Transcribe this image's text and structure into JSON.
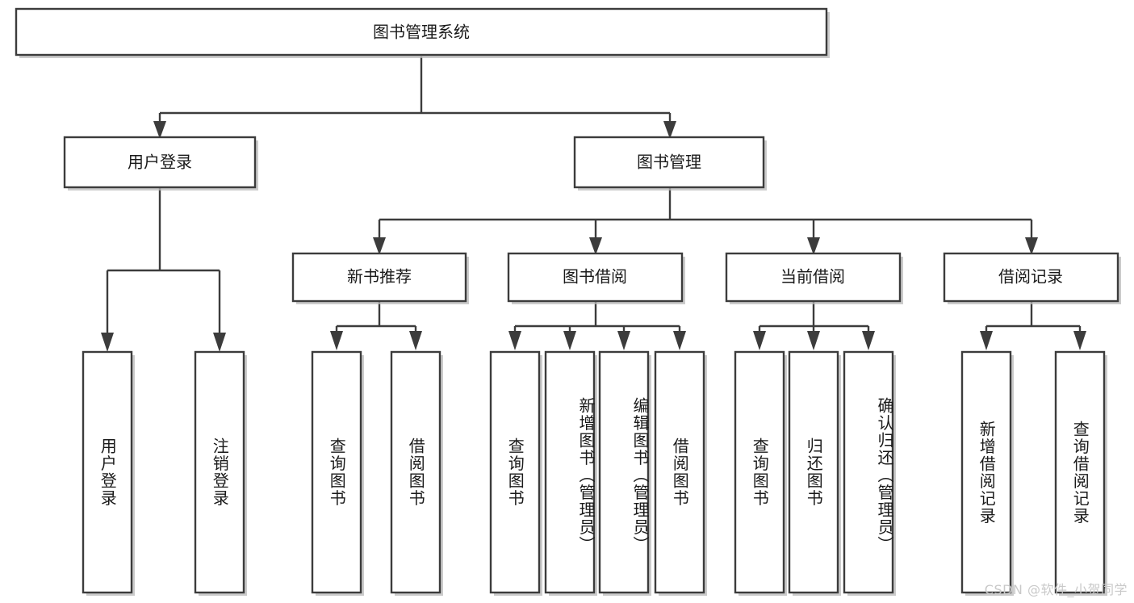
{
  "diagram": {
    "type": "tree",
    "title": "图书管理系统",
    "orientation": "top-down",
    "style": {
      "box_fill": "#ffffff",
      "box_stroke": "#3c3c3c",
      "connector_color": "#3c3c3c",
      "text_color": "#1a1a1a",
      "shadow_color": "#b9b9b9",
      "background": "#ffffff"
    },
    "root": {
      "label": "图书管理系统"
    },
    "level2": [
      {
        "label": "用户登录"
      },
      {
        "label": "图书管理"
      }
    ],
    "level3": [
      {
        "label": "新书推荐"
      },
      {
        "label": "图书借阅"
      },
      {
        "label": "当前借阅"
      },
      {
        "label": "借阅记录"
      }
    ],
    "leaves": {
      "user_login": [
        {
          "label": "用户登录"
        },
        {
          "label": "注销登录"
        }
      ],
      "new_book_recommend": [
        {
          "label": "查询图书"
        },
        {
          "label": "借阅图书"
        }
      ],
      "book_borrow": [
        {
          "label": "查询图书"
        },
        {
          "label": "新增图书（管理员）"
        },
        {
          "label": "编辑图书（管理员）"
        },
        {
          "label": "借阅图书"
        }
      ],
      "current_borrow": [
        {
          "label": "查询图书"
        },
        {
          "label": "归还图书"
        },
        {
          "label": "确认归还（管理员）"
        }
      ],
      "borrow_record": [
        {
          "label": "新增借阅记录"
        },
        {
          "label": "查询借阅记录"
        }
      ]
    }
  },
  "watermark": {
    "text": "CSDN @软件_小贺同学"
  }
}
